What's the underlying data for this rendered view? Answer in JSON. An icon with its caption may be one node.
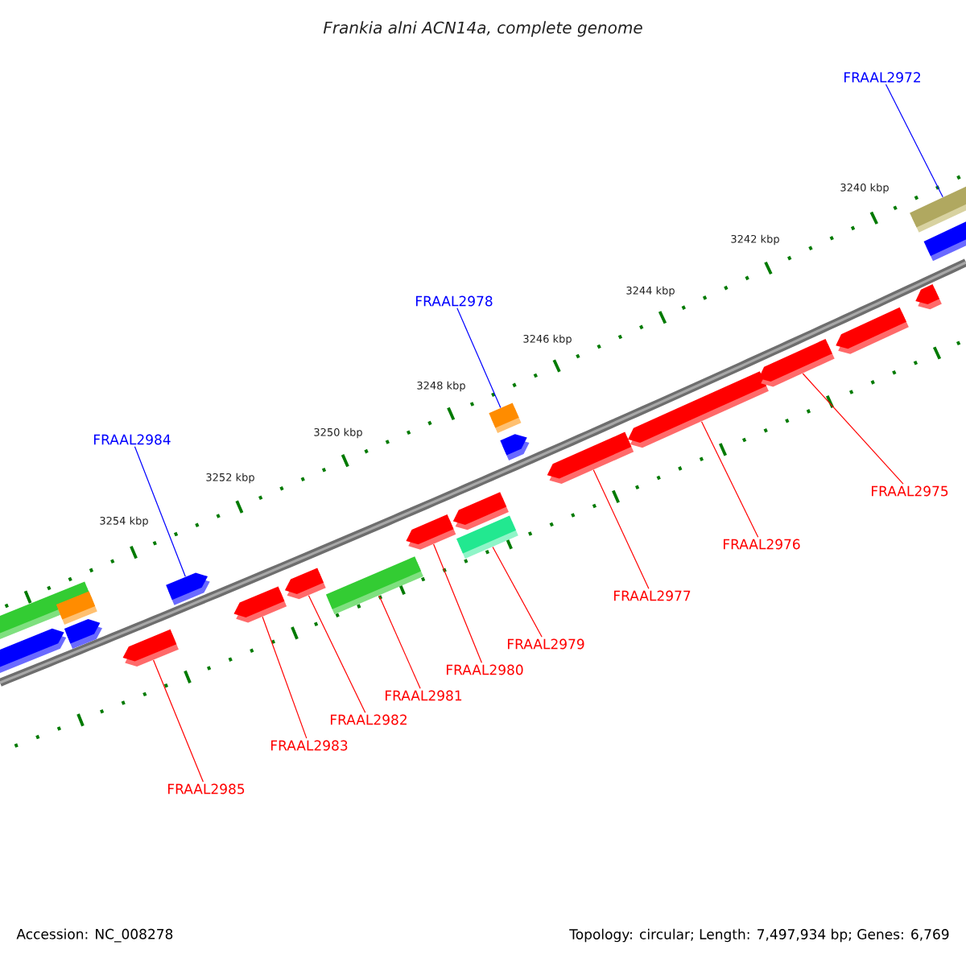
{
  "diagram": {
    "title": "Frankia alni ACN14a, complete genome",
    "nodes": [
      {
        "text": [
          "FRAAL2972"
        ]
      },
      {
        "text": [
          "FRAAL2978"
        ]
      },
      {
        "text": [
          "FRAAL2984"
        ]
      },
      {
        "text": [
          "FRAAL2975"
        ]
      },
      {
        "text": [
          "FRAAL2976"
        ]
      },
      {
        "text": [
          "FRAAL2977"
        ]
      },
      {
        "text": [
          "FRAAL2979"
        ]
      },
      {
        "text": [
          "FRAAL2980"
        ]
      },
      {
        "text": [
          "FRAAL2981"
        ]
      },
      {
        "text": [
          "FRAAL2982"
        ]
      },
      {
        "text": [
          "FRAAL2983"
        ]
      },
      {
        "text": [
          "FRAAL2985"
        ]
      },
      {
        "text": [],
        "shape": "bar"
      },
      {
        "text": [],
        "shape": "bar"
      },
      {
        "text": [],
        "shape": "bar"
      },
      {
        "text": [],
        "shape": "bar"
      },
      {
        "text": [],
        "shape": "bar"
      },
      {
        "text": [],
        "shape": "bar"
      },
      {
        "text": [],
        "shape": "bar"
      },
      {
        "text": [],
        "shape": "bar"
      },
      {
        "text": [],
        "shape": "bar"
      },
      {
        "text": [],
        "shape": "bar"
      },
      {
        "text": [],
        "shape": "bar"
      },
      {
        "text": [],
        "shape": "bar"
      },
      {
        "text": [],
        "shape": "bar"
      },
      {
        "text": [],
        "shape": "bar"
      },
      {
        "text": [],
        "shape": "bar"
      },
      {
        "text": [],
        "shape": "bar"
      },
      {
        "text": [],
        "shape": "bar"
      },
      {
        "text": [],
        "shape": "bar"
      },
      {
        "text": [],
        "shape": "bar"
      },
      {
        "text": [],
        "shape": "bar"
      },
      {
        "text": [],
        "shape": "bar"
      }
    ],
    "edges": [
      {
        "from": 0,
        "to": 31,
        "arrow": "none",
        "color": "#0000ff"
      },
      {
        "from": 1,
        "to": 24,
        "arrow": "none",
        "color": "#0000ff"
      },
      {
        "from": 2,
        "to": 17,
        "arrow": "none",
        "color": "#0000ff"
      },
      {
        "from": 3,
        "to": 28,
        "arrow": "none"
      },
      {
        "from": 4,
        "to": 27,
        "arrow": "none"
      },
      {
        "from": 5,
        "to": 26,
        "arrow": "none"
      },
      {
        "from": 6,
        "to": 23,
        "arrow": "none"
      },
      {
        "from": 7,
        "to": 21,
        "arrow": "none"
      },
      {
        "from": 8,
        "to": 20,
        "arrow": "none"
      },
      {
        "from": 9,
        "to": 19,
        "arrow": "none"
      },
      {
        "from": 10,
        "to": 18,
        "arrow": "none"
      },
      {
        "from": 11,
        "to": 16,
        "arrow": "none"
      }
    ],
    "labels": [
      "3240 kbp",
      "3242 kbp",
      "3244 kbp",
      "3246 kbp",
      "3248 kbp",
      "3250 kbp",
      "3252 kbp",
      "3254 kbp",
      "Accession: NC_008278",
      "Topology: circular; Length: 7,497,934 bp; Genes: 6,769"
    ]
  }
}
